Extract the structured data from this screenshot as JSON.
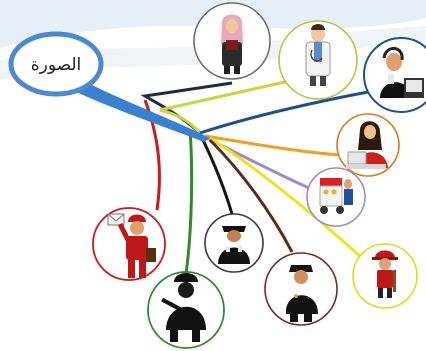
{
  "hub": {
    "label": "الصورة"
  },
  "nodes": [
    {
      "id": "teacher",
      "icon": "teacher-woman-hijab-icon",
      "line_color": "#1f2a44",
      "ring_color": "#6b6b6b"
    },
    {
      "id": "doctor",
      "icon": "doctor-icon",
      "line_color": "#c8d63a",
      "ring_color": "#b8c43a"
    },
    {
      "id": "call-center",
      "icon": "call-center-agent-icon",
      "line_color": "#1f4f8c",
      "ring_color": "#1f4f8c"
    },
    {
      "id": "cashier",
      "icon": "cashier-woman-icon",
      "line_color": "#f0a020",
      "ring_color": "#e07818"
    },
    {
      "id": "street-vendor",
      "icon": "food-cart-vendor-icon",
      "line_color": "#a08ad0",
      "ring_color": "#a08ad0"
    },
    {
      "id": "firefighter",
      "icon": "firefighter-icon",
      "line_color": "#f2e21a",
      "ring_color": "#e8d81a"
    },
    {
      "id": "police",
      "icon": "police-officer-icon",
      "line_color": "#5a2a1a",
      "ring_color": "#7a2a1a"
    },
    {
      "id": "security",
      "icon": "security-guard-icon",
      "line_color": "#151515",
      "ring_color": "#3a3a3a"
    },
    {
      "id": "soldier",
      "icon": "soldier-icon",
      "line_color": "#2f8a2a",
      "ring_color": "#2f8a2a"
    },
    {
      "id": "mail-carrier",
      "icon": "mail-carrier-icon",
      "line_color": "#d01818",
      "ring_color": "#d01818"
    }
  ],
  "colors": {
    "hub_ring": "#4a8bd0",
    "hub_tail": "#3b7fd0",
    "background_wave": "#dfeaf2"
  }
}
